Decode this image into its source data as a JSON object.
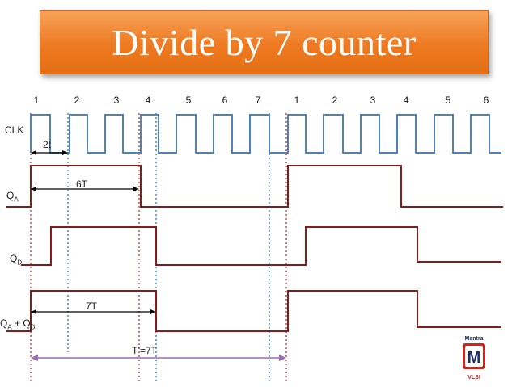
{
  "title": "Divide by 7 counter",
  "clock_numbers": [
    "1",
    "2",
    "3",
    "4",
    "5",
    "6",
    "7",
    "1",
    "2",
    "3",
    "4",
    "5",
    "6"
  ],
  "signals": {
    "clk": "CLK",
    "qa_main": "Q",
    "qa_sub": "A",
    "qd_main": "Q",
    "qd_sub": "D",
    "sum_a_main": "Q",
    "sum_a_sub": "A",
    "sum_plus": "+ Q",
    "sum_d_sub": "D"
  },
  "annotations": {
    "two_t": "2t",
    "six_t": "6T",
    "seven_t": "7T",
    "period": "T’=7T"
  },
  "logo": {
    "top_text": "Mantra",
    "letter": "M",
    "bottom_text": "VLSI"
  },
  "colors": {
    "clock": "#4f81bd",
    "signal": "#8b1a1a",
    "marker_red": "#d04040",
    "marker_blue": "#3f7fbf",
    "arrow": "#000000",
    "period_arrow": "#9b6bb5"
  }
}
